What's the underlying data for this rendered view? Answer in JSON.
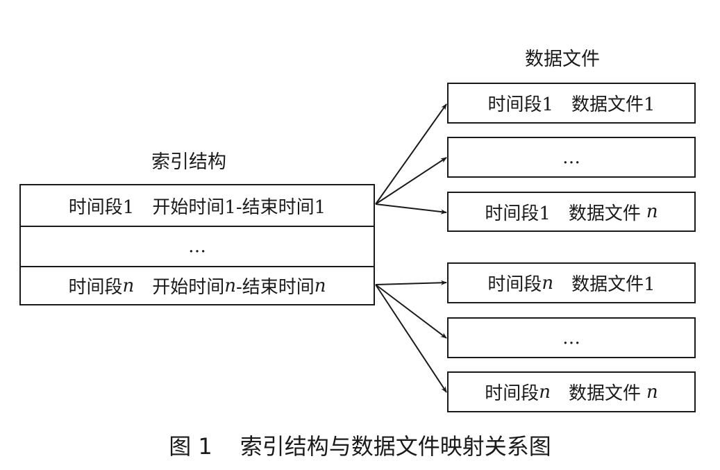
{
  "data_files_label": "数据文件",
  "index_label": "索引结构",
  "var": "n",
  "index_rows": [
    {
      "segment": "时间段1",
      "range": "开始时间1-结束时间1"
    },
    {
      "ellipsis": "…"
    },
    {
      "segment_prefix": "时间段",
      "range_prefix": "开始时间",
      "range_mid": "-结束时间"
    }
  ],
  "file_boxes": [
    {
      "segment": "时间段1",
      "file": "数据文件1"
    },
    {
      "ellipsis": "…"
    },
    {
      "segment": "时间段1",
      "file_prefix": "数据文件"
    },
    {
      "segment_prefix": "时间段",
      "file": "数据文件1"
    },
    {
      "ellipsis": "…"
    },
    {
      "segment_prefix": "时间段",
      "file_prefix": "数据文件"
    }
  ],
  "caption": {
    "figure": "图 1",
    "title": "索引结构与数据文件映射关系图"
  }
}
